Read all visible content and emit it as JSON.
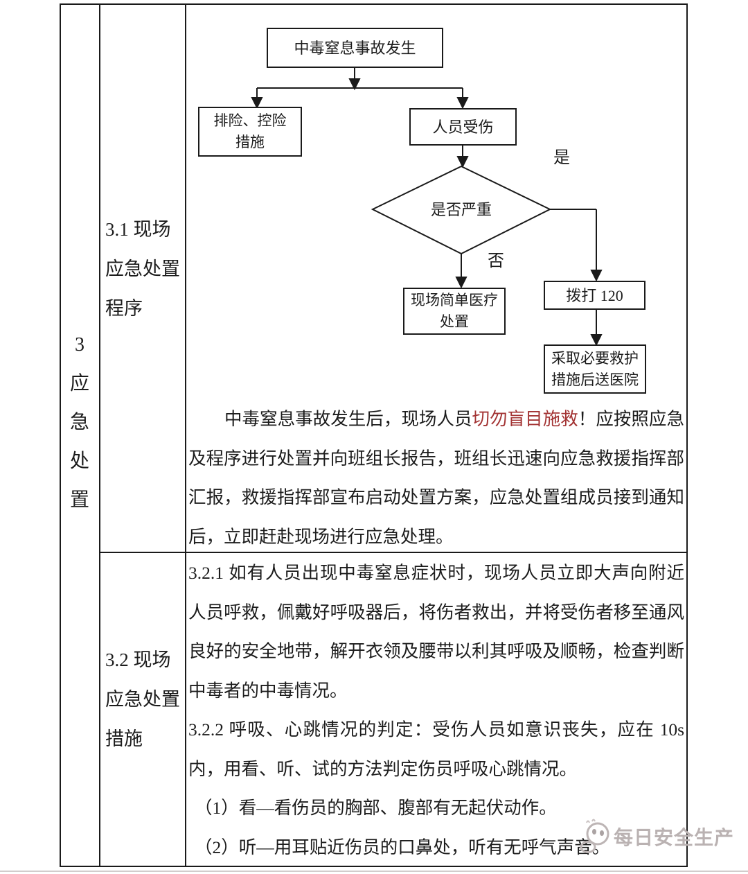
{
  "table": {
    "col1_chars": [
      "3",
      "应",
      "急",
      "处",
      "置"
    ],
    "row1_header_lines": [
      "3.1 现场",
      "应急处置",
      "程序"
    ],
    "row2_header_lines": [
      "3.2 现场",
      "应急处置",
      "措施"
    ]
  },
  "flowchart": {
    "start": "中毒窒息事故发生",
    "control_line1": "排险、控险",
    "control_line2": "措施",
    "injured": "人员受伤",
    "decision": "是否严重",
    "yes_label": "是",
    "no_label": "否",
    "treat_line1": "现场简单医疗",
    "treat_line2": "处置",
    "call_120": "拨打 120",
    "hospital_line1": "采取必要救护",
    "hospital_line2": "措施后送医院"
  },
  "para_procedure": {
    "line1_pre": "中毒窒息事故发生后，现场人员",
    "line1_red": "切勿盲目施救",
    "line1_post": "！应按照应急",
    "line2": "及程序进行处置并向班组长报告，班组长迅速向应急救援指挥部",
    "line3": "汇报，救援指挥部宣布启动处置方案，应急处置组成员接到通知",
    "line4": "后，立即赶赴现场进行应急处理。"
  },
  "para_measures": {
    "line1": "3.2.1 如有人员出现中毒窒息症状时，现场人员立即大声向附近",
    "line2": "人员呼救，佩戴好呼吸器后，将伤者救出，并将受伤者移至通风",
    "line3": "良好的安全地带，解开衣领及腰带以利其呼吸及顺畅，检查判断",
    "line4": "中毒者的中毒情况。",
    "line5": "3.2.2 呼吸、心跳情况的判定：受伤人员如意识丧失，应在 10s",
    "line6": "内，用看、听、试的方法判定伤员呼吸心跳情况。",
    "line7": "（1）看—看伤员的胸部、腹部有无起伏动作。",
    "line8": "（2）听—用耳贴近伤员的口鼻处，听有无呼气声音。"
  },
  "watermark": {
    "text": "每日安全生产"
  },
  "colors": {
    "red_text": "#a33434",
    "border": "#1a1a1a",
    "watermark": "#bab2b2"
  }
}
